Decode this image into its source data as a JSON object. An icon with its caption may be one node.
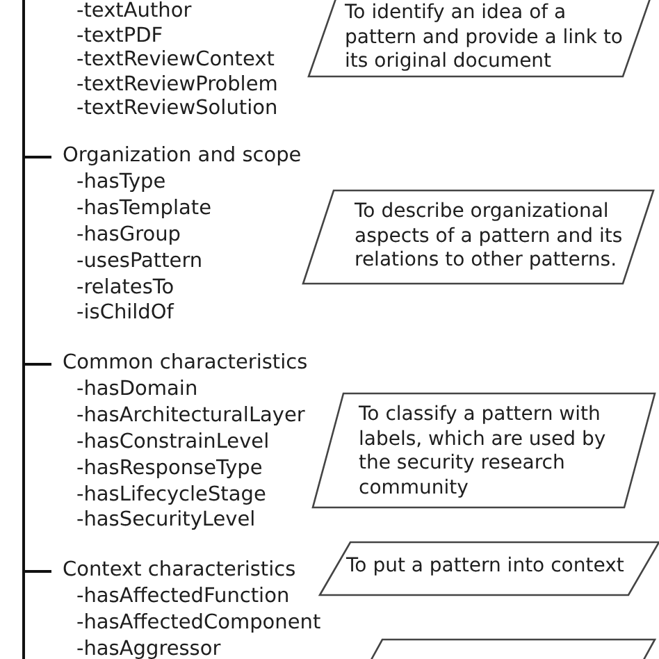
{
  "diagram": {
    "nodes": [
      {
        "text": [
          "-textAuthor",
          "-textPDF",
          "-textReviewContext",
          "-textReviewProblem",
          "-textReviewSolution"
        ]
      },
      {
        "text": [
          "To identify an idea of a pattern and provide a link to its original document"
        ]
      },
      {
        "text": [
          "Organization and scope",
          "-hasType",
          "-hasTemplate",
          "-hasGroup",
          "-usesPattern",
          "-relatesTo",
          "-isChildOf"
        ]
      },
      {
        "text": [
          "To describe organizational aspects of a pattern and its relations to other patterns."
        ]
      },
      {
        "text": [
          "Common characteristics",
          "-hasDomain",
          "-hasArchitecturalLayer",
          "-hasConstrainLevel",
          "-hasResponseType",
          "-hasLifecycleStage",
          "-hasSecurityLevel"
        ]
      },
      {
        "text": [
          "To classify a pattern with labels, which are used by the security research community"
        ]
      },
      {
        "text": [
          "Context characteristics",
          "-hasAffectedFunction",
          "-hasAffectedComponent",
          "-hasAggressor"
        ]
      },
      {
        "text": [
          "To put a pattern into context"
        ]
      },
      {
        "text": [],
        "shape": "parallelogram"
      }
    ],
    "edges": [
      {
        "from": null,
        "to": 2,
        "arrow": "none"
      },
      {
        "from": null,
        "to": 4,
        "arrow": "none"
      },
      {
        "from": null,
        "to": 6,
        "arrow": "none"
      }
    ]
  }
}
